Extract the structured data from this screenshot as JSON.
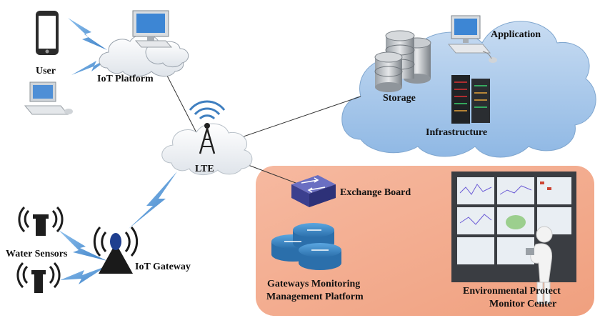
{
  "labels": {
    "user": "User",
    "iot_platform": "IoT Platform",
    "lte": "LTE",
    "water_sensors": "Water Sensors",
    "iot_gateway": "IoT Gateway",
    "storage": "Storage",
    "application": "Application",
    "infrastructure": "Infrastructure",
    "exchange_board": "Exchange Board",
    "gmmp_line1": "Gateways Monitoring",
    "gmmp_line2": "Management Platform",
    "epmc_line1": "Environmental Protect",
    "epmc_line2": "Monitor Center"
  },
  "colors": {
    "cloud_blue": "#9cc3ea",
    "panel_orange": "#f4a98c",
    "lightning": "#5a9bd8",
    "router_blue": "#3e8cc9",
    "link_line": "#333333"
  }
}
